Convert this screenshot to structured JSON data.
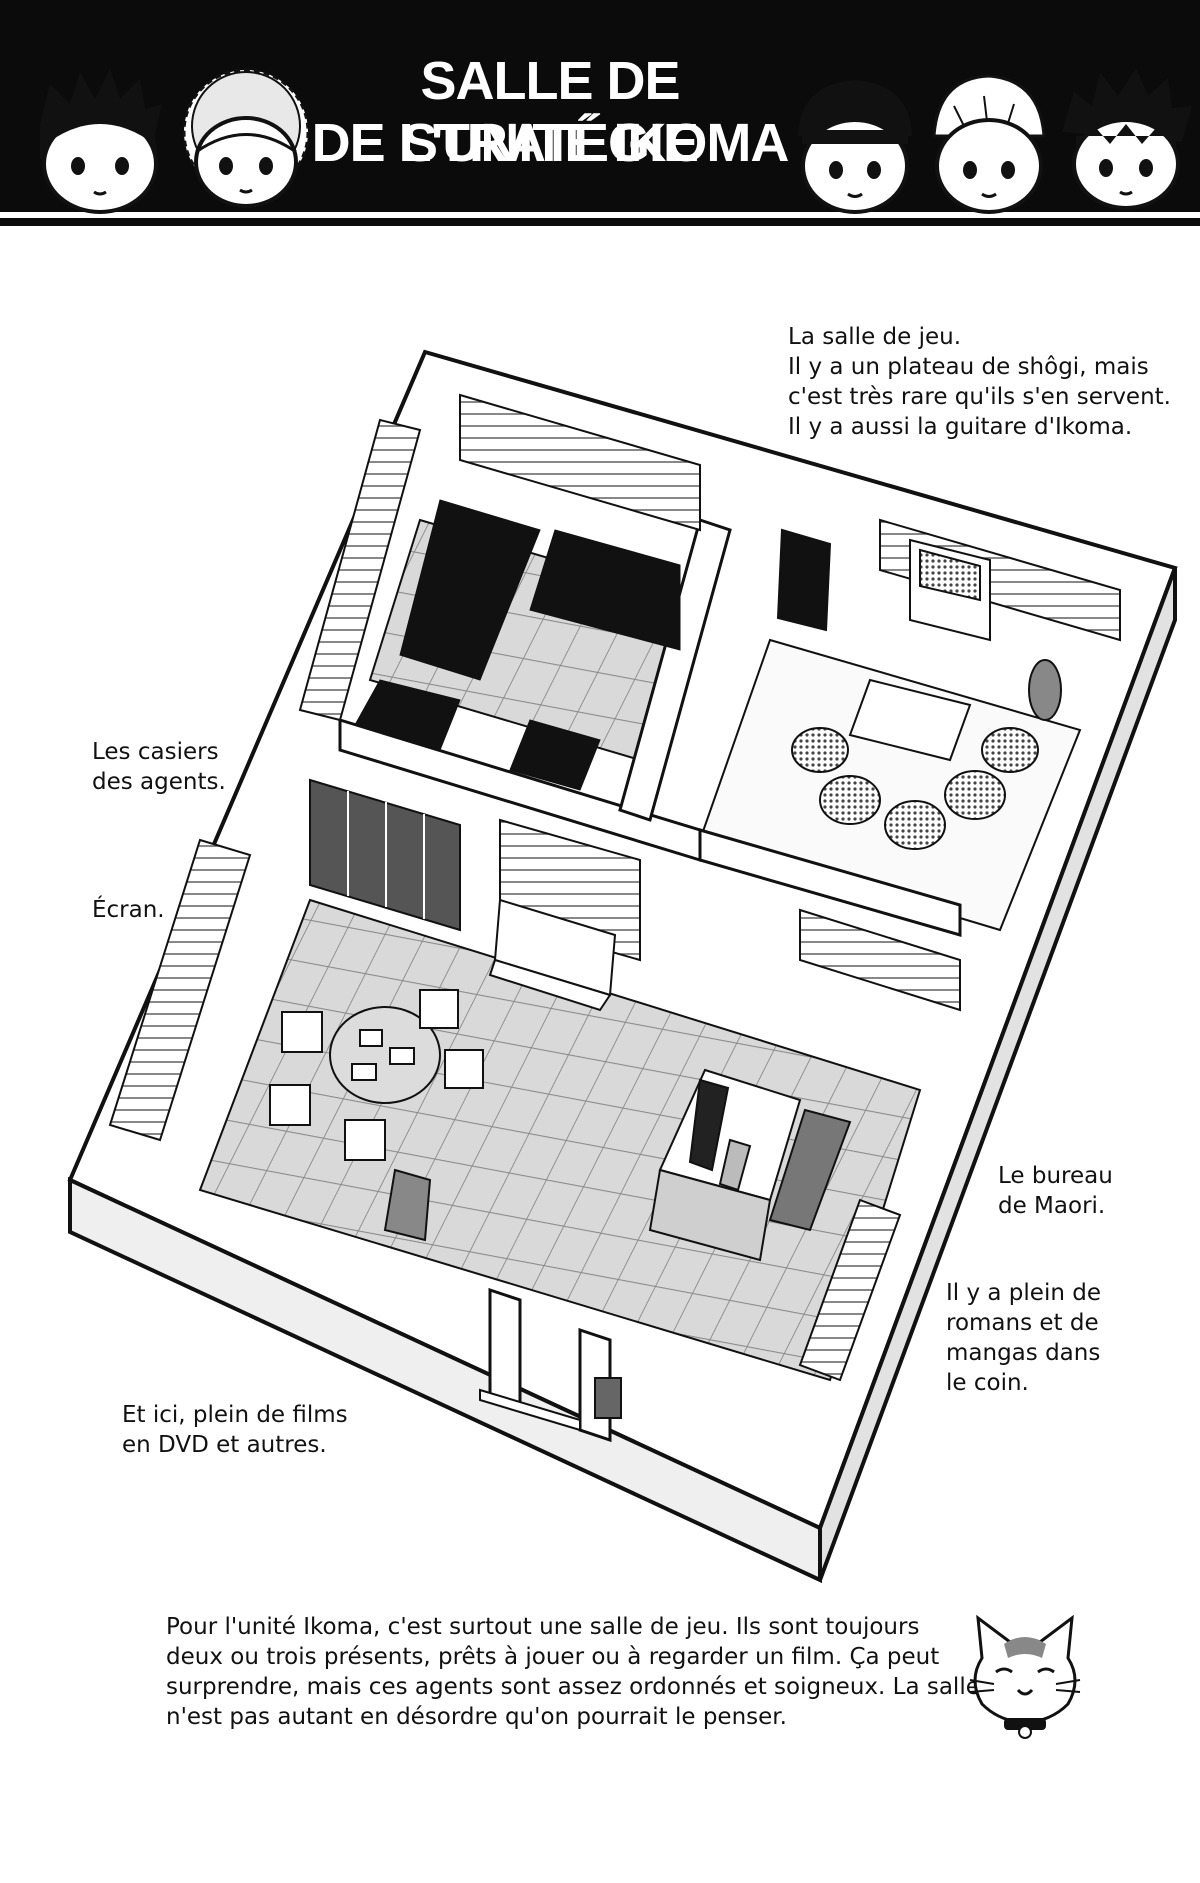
{
  "header": {
    "title_line1": "SALLE DE STRATÉGIE",
    "title_line2": "DE L'UNITÉ IKOMA",
    "faces": [
      "face-1",
      "face-2",
      "face-3",
      "face-4",
      "face-5"
    ]
  },
  "captions": {
    "game_room": [
      "La salle de jeu.",
      "Il y a un plateau de shôgi, mais",
      "c'est très rare qu'ils s'en servent.",
      "Il y a aussi la guitare d'Ikoma."
    ],
    "lockers": [
      "Les casiers",
      "des agents."
    ],
    "screen": [
      "Écran."
    ],
    "desk": [
      "Le bureau",
      "de Maori."
    ],
    "books": [
      "Il y a plein de",
      "romans et de",
      "mangas dans",
      "le coin."
    ],
    "dvds": [
      "Et ici, plein de films",
      "en DVD et autres."
    ]
  },
  "footer": {
    "text_lines": [
      "Pour l'unité Ikoma, c'est surtout une salle de jeu. Ils sont toujours",
      "deux ou trois présents, prêts à jouer ou à regarder un film. Ça peut",
      "surprendre, mais ces agents sont assez ordonnés et soigneux. La salle",
      "n'est pas autant en désordre qu'on pourrait le penser."
    ]
  },
  "colors": {
    "banner": "#0b0b0b",
    "ink": "#111111",
    "floor": "#d6d6d6",
    "tile_line": "#8a8a8a",
    "furniture_black": "#111111"
  }
}
